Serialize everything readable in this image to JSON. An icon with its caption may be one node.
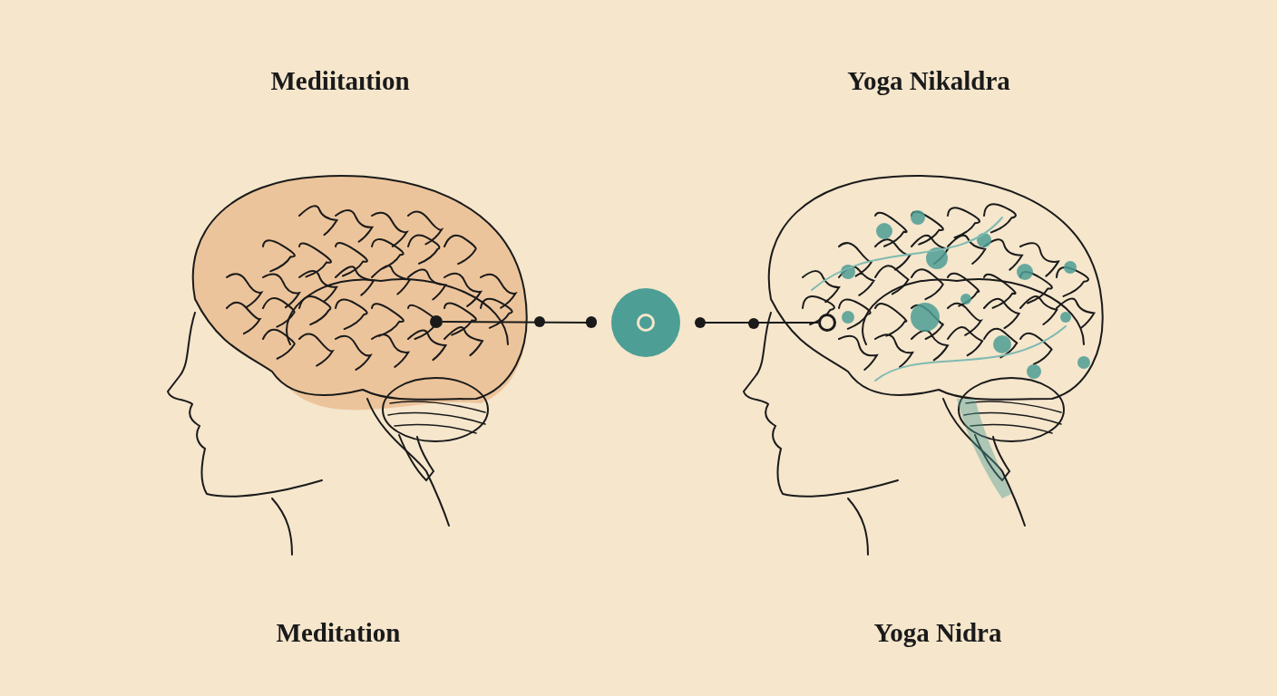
{
  "diagram": {
    "nodes": [
      {
        "text": [],
        "shape": "circle"
      },
      {
        "text": [],
        "shape": "circle"
      },
      {
        "text": [],
        "shape": "circle"
      }
    ],
    "edges": [
      {
        "from": 0,
        "to": 1,
        "arrow": "other"
      },
      {
        "from": 2,
        "to": 1,
        "arrow": "other"
      }
    ],
    "labels": [
      "Mediitaıtion",
      "Yoga Nikaldra",
      "Meditation",
      "Yoga Nidra"
    ]
  }
}
